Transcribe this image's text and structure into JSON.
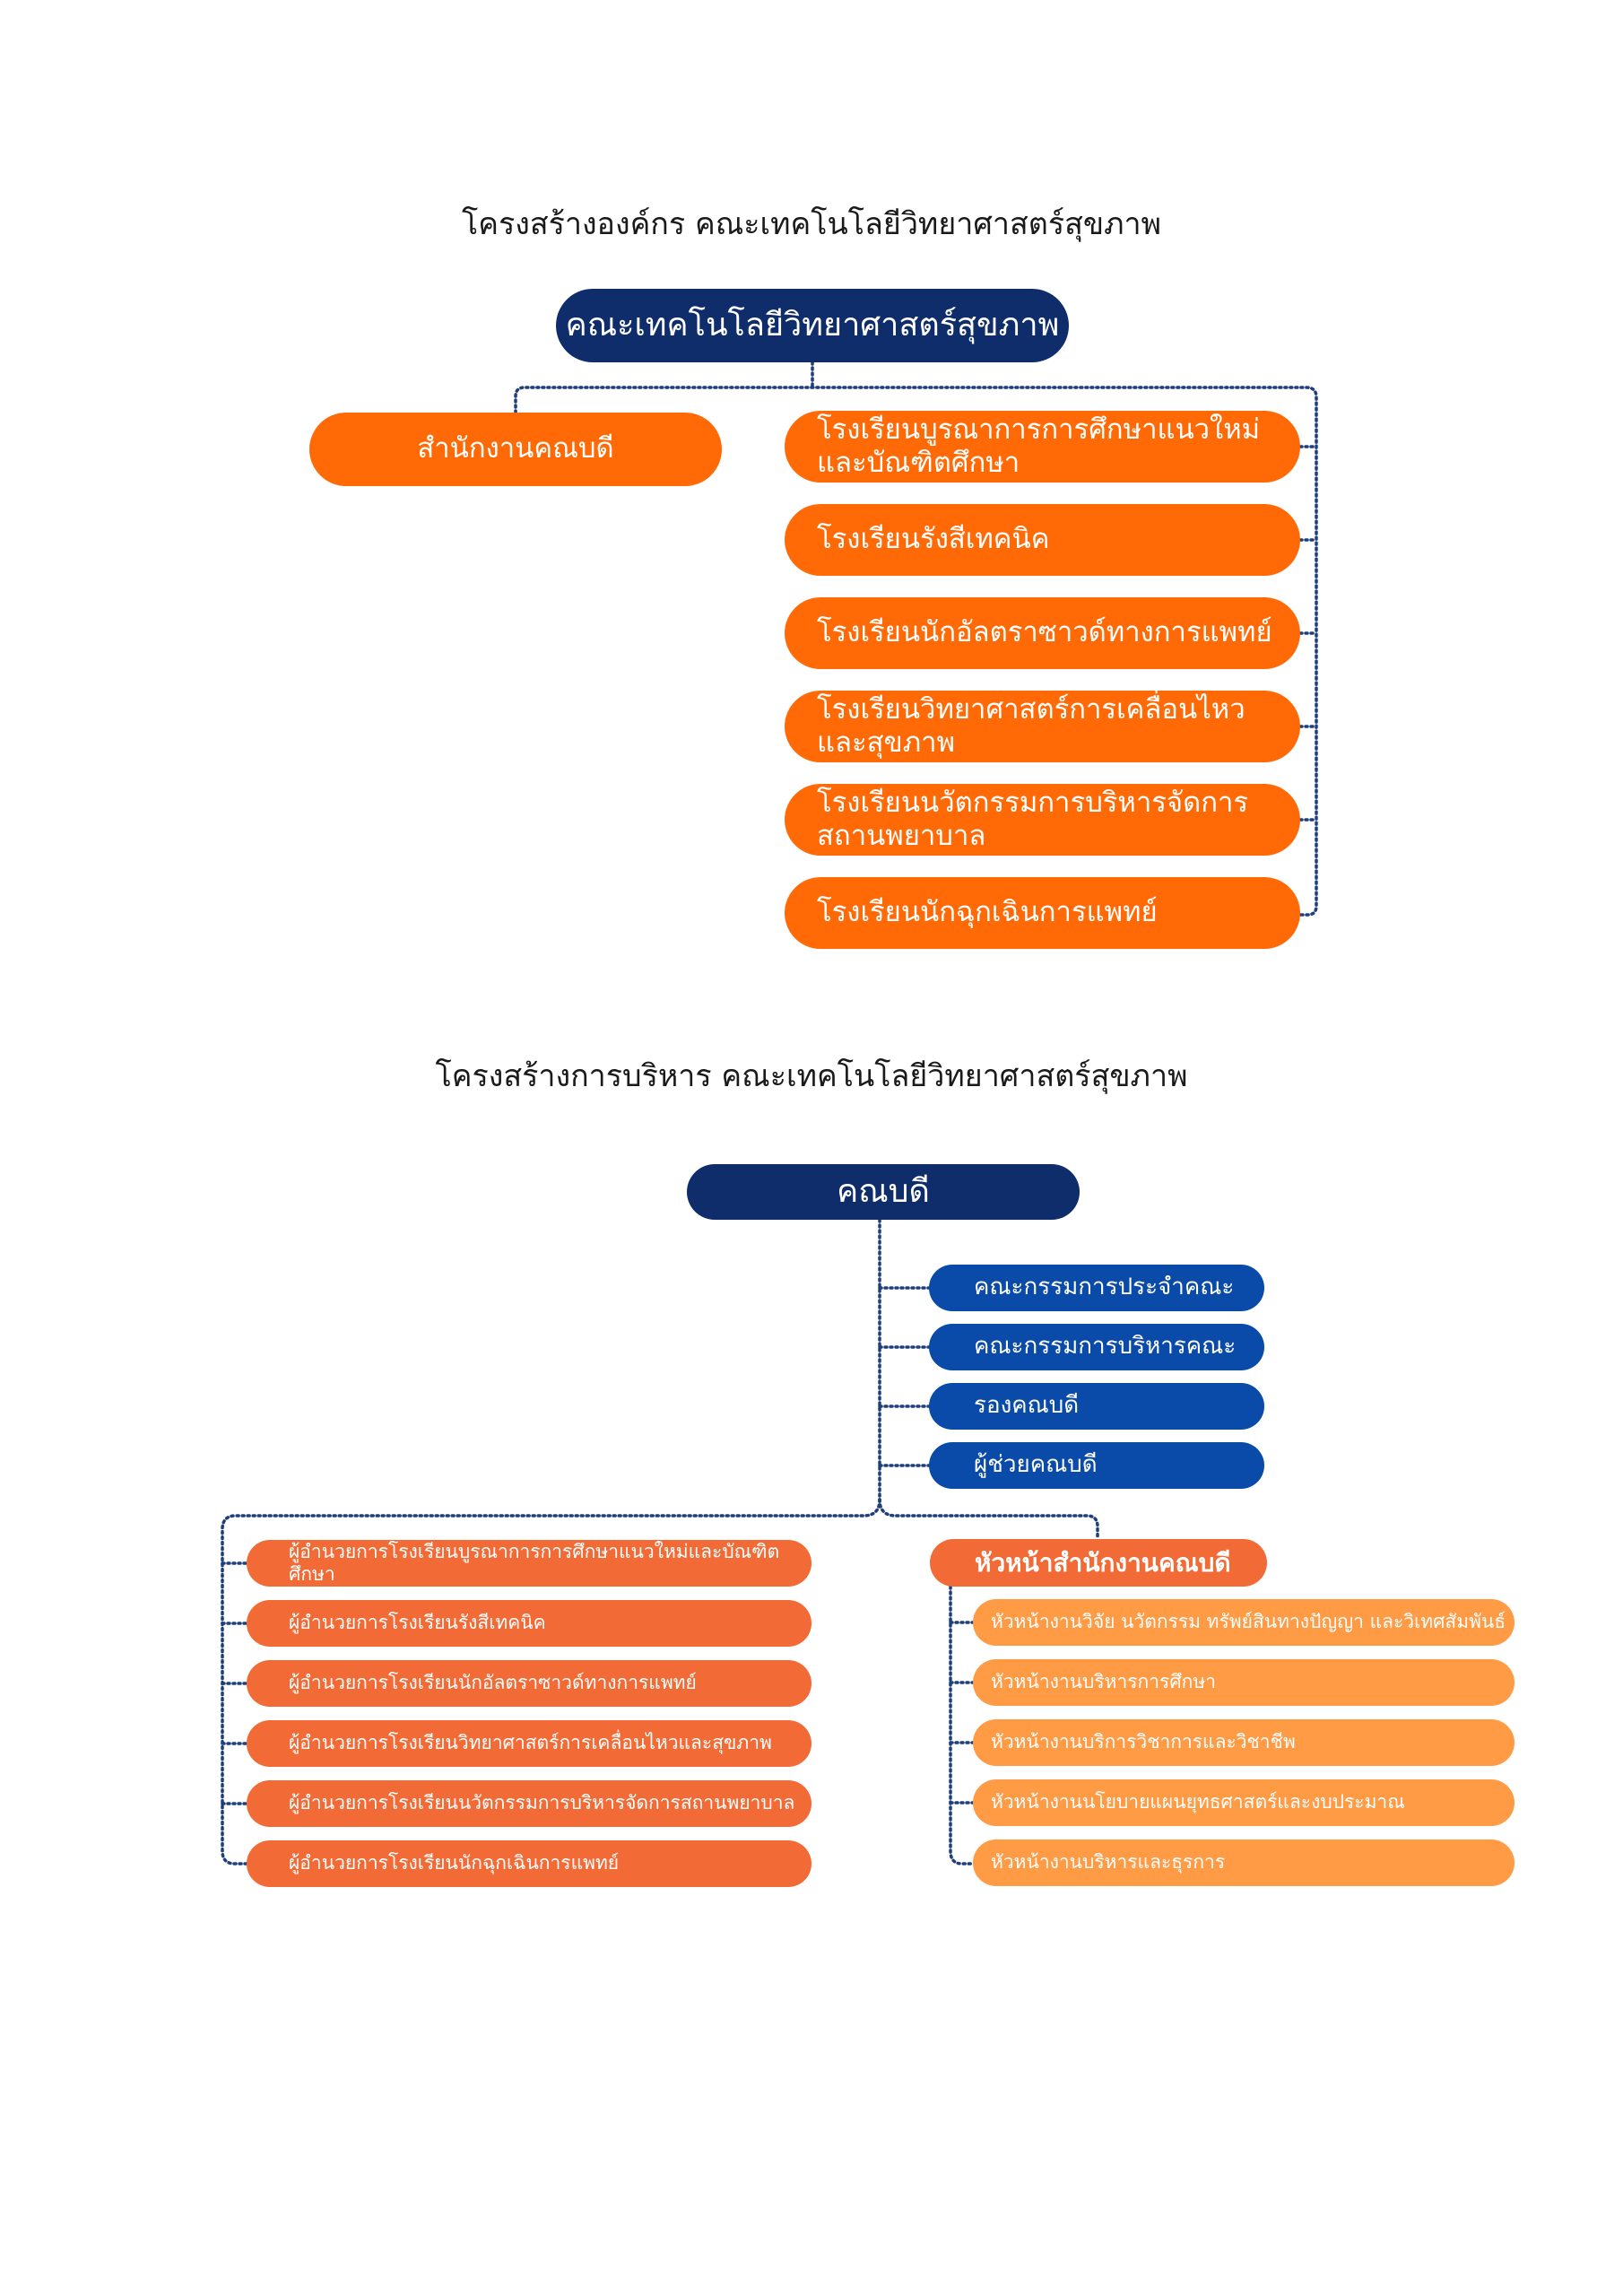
{
  "titles": {
    "org_structure": "โครงสร้างองค์กร คณะเทคโนโลยีวิทยาศาสตร์สุขภาพ",
    "admin_structure": "โครงสร้างการบริหาร คณะเทคโนโลยีวิทยาศาสตร์สุขภาพ"
  },
  "org_chart": {
    "root": "คณะเทคโนโลยีวิทยาศาสตร์สุขภาพ",
    "office": "สำนักงานคณบดี",
    "schools": [
      [
        "โรงเรียนบูรณาการการศึกษาแนวใหม่",
        "และบัณฑิตศึกษา"
      ],
      [
        "โรงเรียนรังสีเทคนิค"
      ],
      [
        "โรงเรียนนักอัลตราซาวด์ทางการแพทย์"
      ],
      [
        "โรงเรียนวิทยาศาสตร์การเคลื่อนไหว",
        "และสุขภาพ"
      ],
      [
        "โรงเรียนนวัตกรรมการบริหารจัดการ",
        "สถานพยาบาล"
      ],
      [
        "โรงเรียนนักฉุกเฉินการแพทย์"
      ]
    ]
  },
  "admin_chart": {
    "root": "คณบดี",
    "committees": [
      "คณะกรรมการประจำคณะ",
      "คณะกรรมการบริหารคณะ",
      "รองคณบดี",
      "ผู้ช่วยคณบดี"
    ],
    "directors": [
      "ผู้อำนวยการโรงเรียนบูรณาการการศึกษาแนวใหม่และบัณฑิตศึกษา",
      "ผู้อำนวยการโรงเรียนรังสีเทคนิค",
      "ผู้อำนวยการโรงเรียนนักอัลตราซาวด์ทางการแพทย์",
      "ผู้อำนวยการโรงเรียนวิทยาศาสตร์การเคลื่อนไหวและสุขภาพ",
      "ผู้อำนวยการโรงเรียนนวัตกรรมการบริหารจัดการสถานพยาบาล",
      "ผู้อำนวยการโรงเรียนนักฉุกเฉินการแพทย์"
    ],
    "head_office": "หัวหน้าสำนักงานคณบดี",
    "office_units": [
      "หัวหน้างานวิจัย นวัตกรรม ทรัพย์สินทางปัญญา และวิเทศสัมพันธ์",
      "หัวหน้างานบริหารการศึกษา",
      "หัวหน้างานบริการวิชาการและวิชาชีพ",
      "หัวหน้างานนโยบายแผนยุทธศาสตร์และงบประมาณ",
      "หัวหน้างานบริหารและธุรการ"
    ]
  },
  "colors": {
    "navy": "#0f2d6b",
    "orange": "#ff6a07",
    "blue": "#0a4aa8",
    "director_orange": "#f26a35",
    "unit_orange": "#ff9a45",
    "connector": "#1f3f7a"
  }
}
